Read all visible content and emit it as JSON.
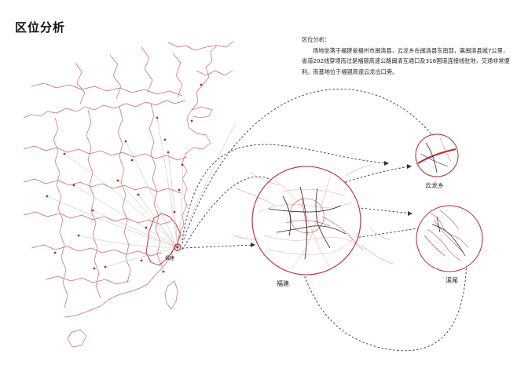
{
  "page": {
    "title": "区位分析"
  },
  "description": {
    "heading": "区位分析：",
    "body": "场地坐落于福建省福州市闽清县，云龙乡在闽清县东南部，离闽清县城7公里，省道202线穿境而过是福银高速公路闽清互通口及316国道连接线驻地，交通非常便利。而基地位于福银高速云龙出口旁。"
  },
  "map": {
    "province_marker_label": "福建",
    "circles": [
      {
        "id": "fujian",
        "label": "福建"
      },
      {
        "id": "yunlong",
        "label": "云龙乡"
      },
      {
        "id": "xiwei",
        "label": "溪尾"
      }
    ]
  },
  "colors": {
    "accent": "#b8282a",
    "boundary": "#c9676b",
    "dashed": "#333333",
    "route": "#b9b9b9"
  }
}
